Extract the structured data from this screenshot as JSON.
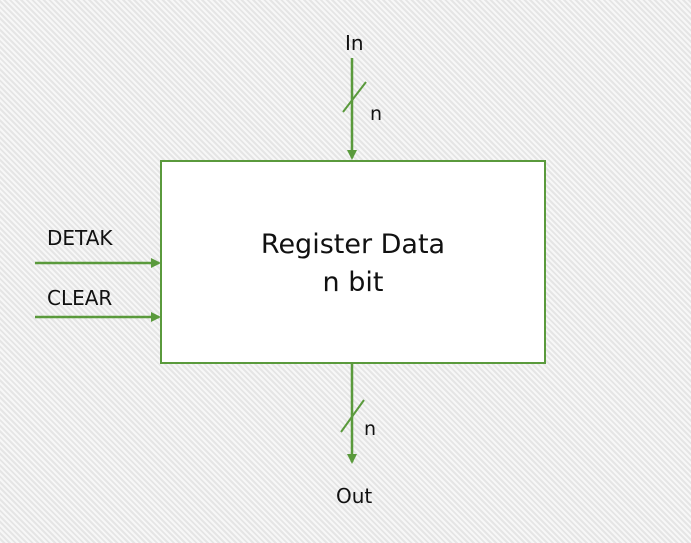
{
  "diagram": {
    "block": {
      "title_line1": "Register Data",
      "title_line2": "n bit"
    },
    "inputs": {
      "top": "In",
      "side": [
        "DETAK",
        "CLEAR"
      ]
    },
    "outputs": {
      "bottom": "Out"
    },
    "bus_width": {
      "input": "n",
      "output": "n"
    },
    "colors": {
      "line": "#5a9a3c",
      "box_fill": "#ffffff",
      "text": "#111111",
      "background": "#ededed"
    }
  }
}
